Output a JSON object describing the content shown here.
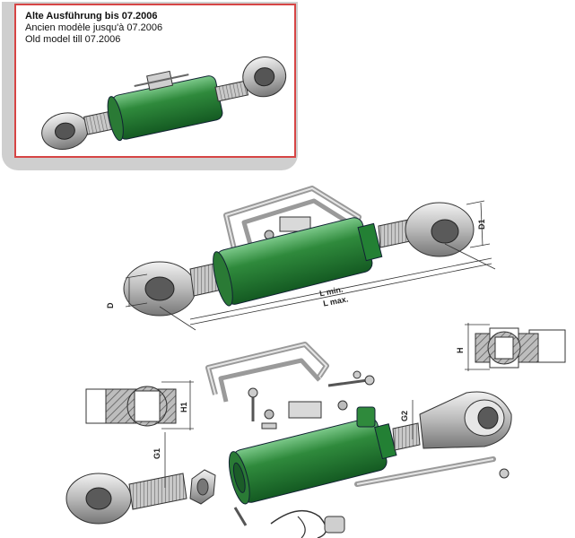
{
  "inset": {
    "title": "Alte Ausführung bis 07.2006",
    "line_fr": "Ancien modèle jusqu'à 07.2006",
    "line_en": "Old model till 07.2006"
  },
  "dimensions": {
    "d1": "D1",
    "d": "D",
    "l_min": "L min.",
    "l_max": "L max.",
    "h_right": "H",
    "h1": "H1",
    "g1": "G1",
    "g2": "G2"
  },
  "colors": {
    "cylinder_green": "#2f8a3c",
    "frame_red": "#d64545",
    "metal_grey": "#b9b9b9"
  }
}
